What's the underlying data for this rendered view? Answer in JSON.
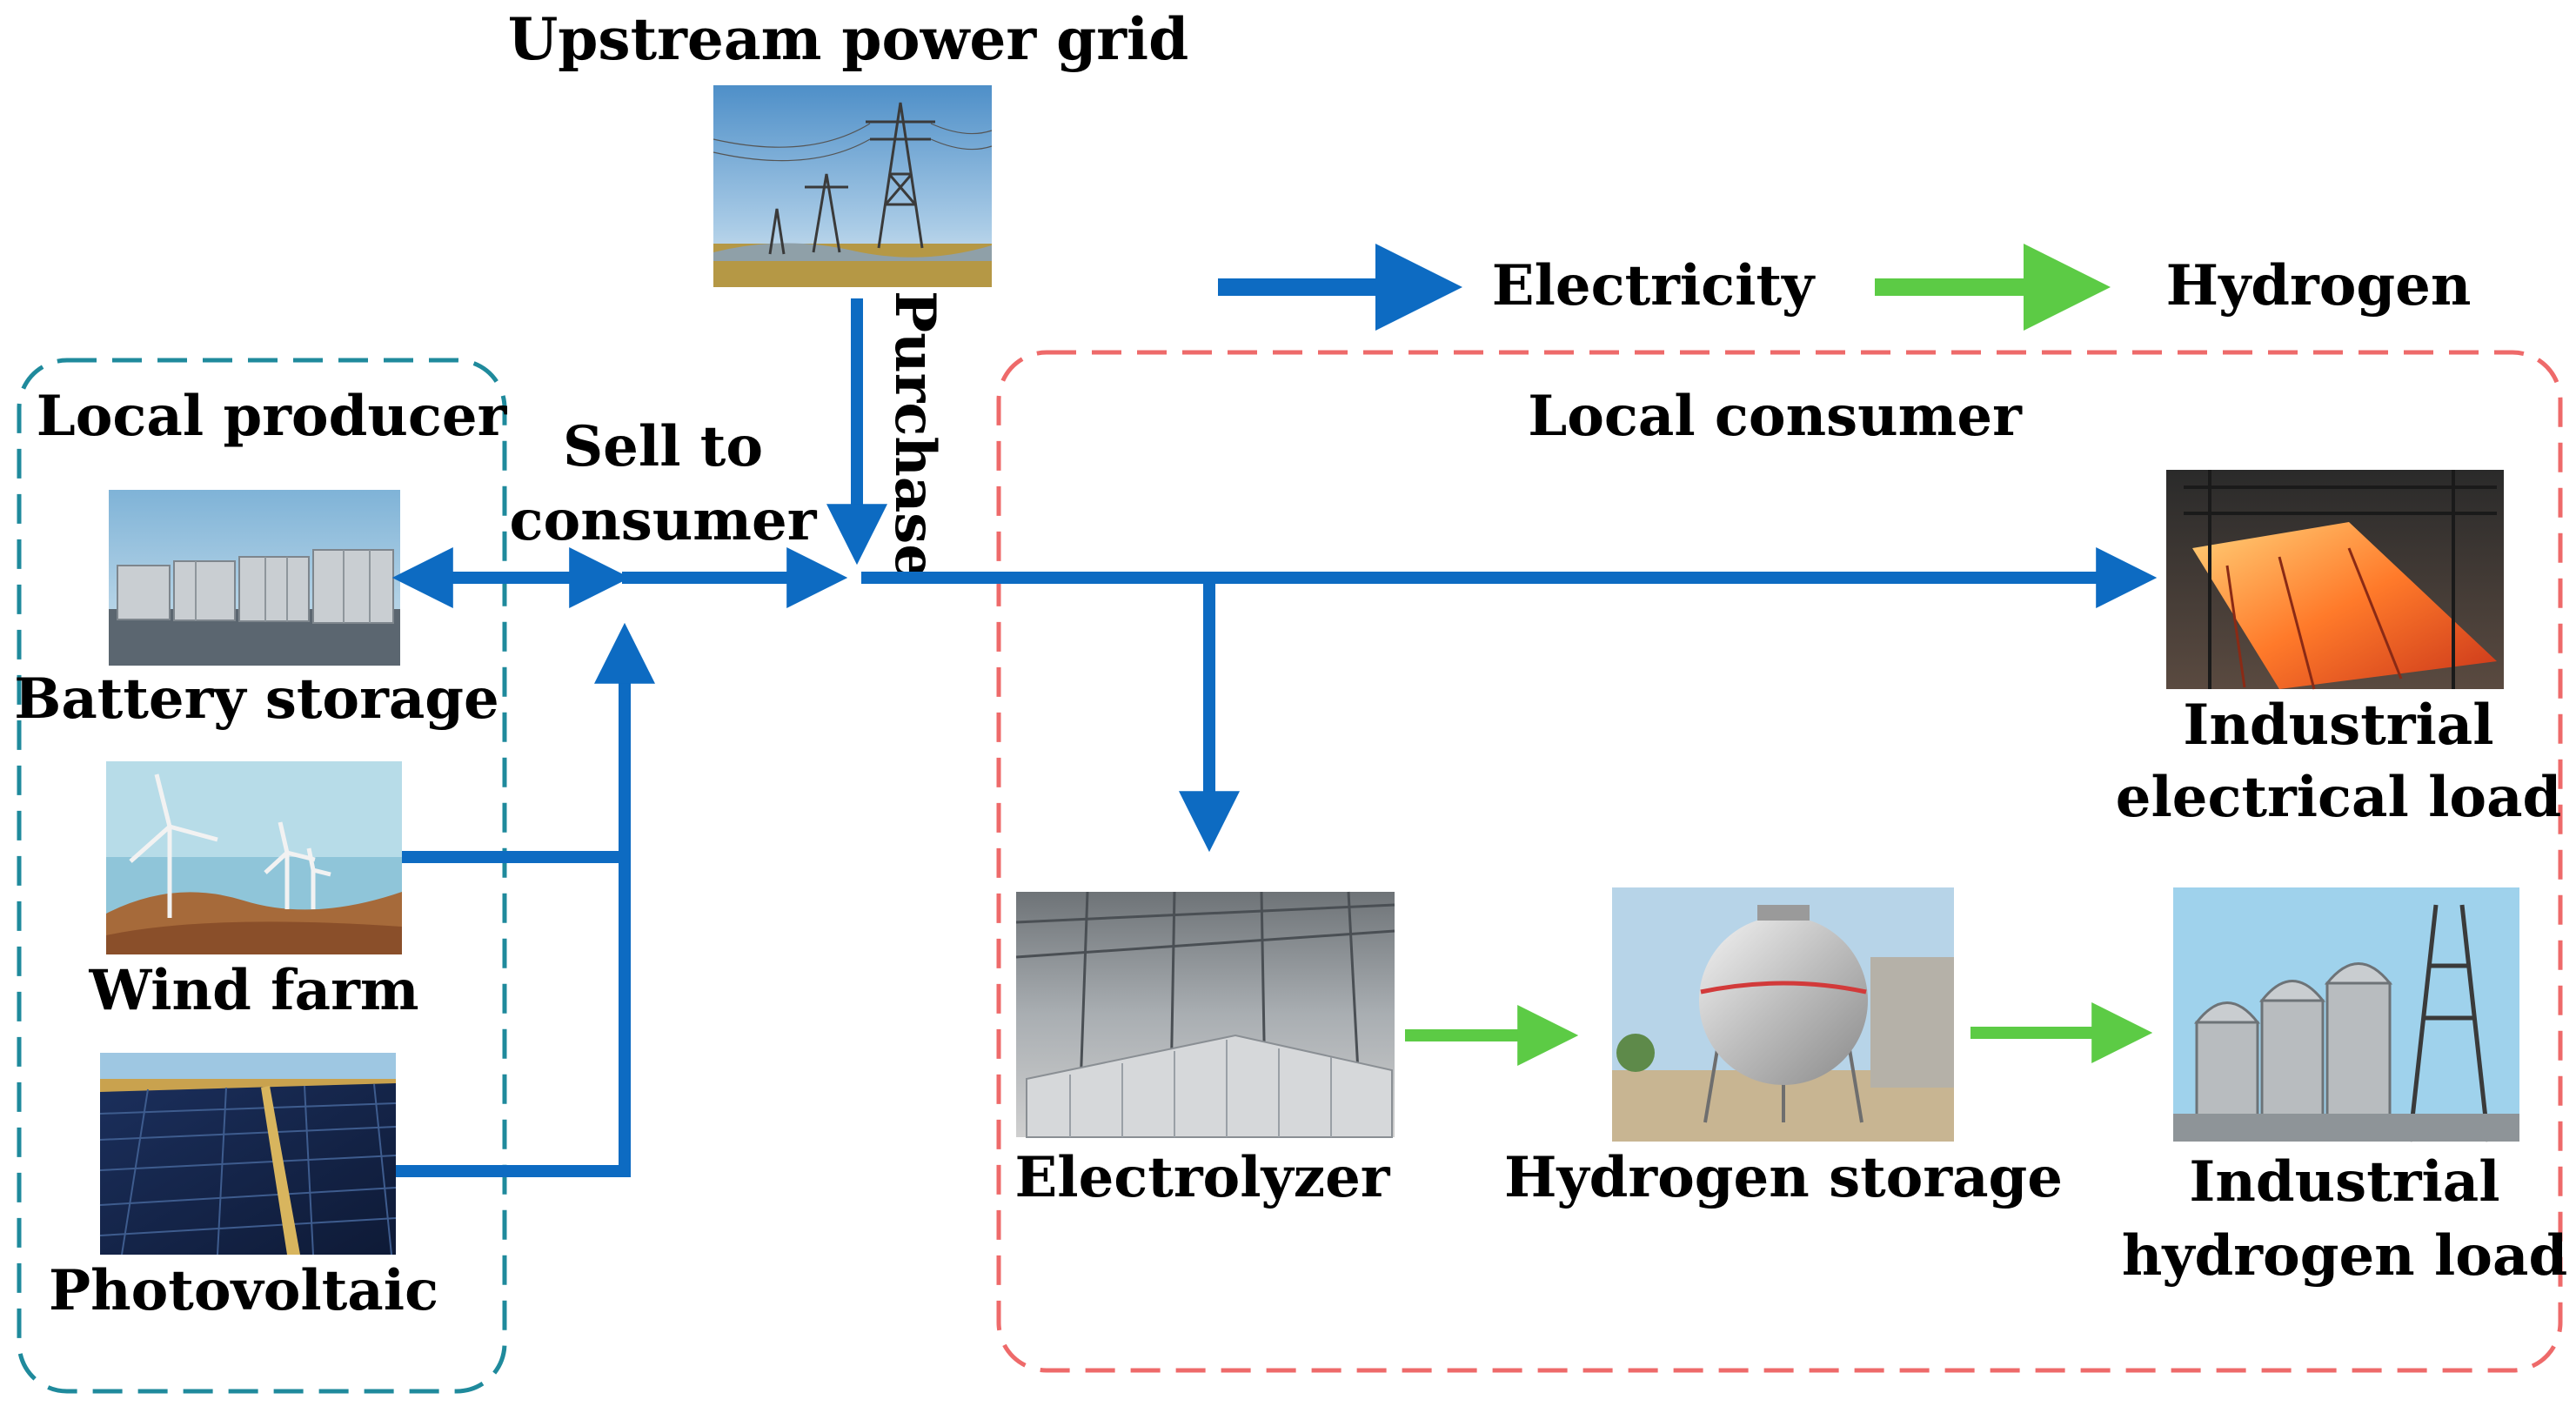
{
  "title": "Upstream power grid",
  "legend": {
    "electricity_label": "Electricity",
    "hydrogen_label": "Hydrogen"
  },
  "groups": {
    "producer_label": "Local producer",
    "consumer_label": "Local consumer"
  },
  "nodes": {
    "battery": "Battery storage",
    "wind": "Wind farm",
    "pv": "Photovoltaic",
    "electrolyzer": "Electrolyzer",
    "h2_storage": "Hydrogen storage",
    "elec_load_line1": "Industrial",
    "elec_load_line2": "electrical load",
    "h2_load_line1": "Industrial",
    "h2_load_line2": "hydrogen load"
  },
  "flows": {
    "sell_line1": "Sell to",
    "sell_line2": "consumer",
    "purchase": "Purchase"
  },
  "colors": {
    "electricity": "#0D6BC2",
    "hydrogen": "#5CCB45",
    "producer_border": "#1F8A9C",
    "consumer_border": "#EE6A6A"
  }
}
